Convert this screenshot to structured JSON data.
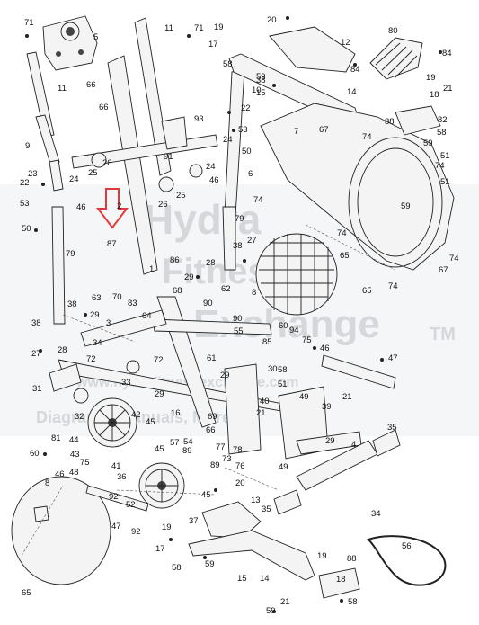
{
  "watermark": {
    "brand_1": "Hydra",
    "brand_2": "Fitness",
    "brand_3": "Exchange",
    "trademark": "TM",
    "site": "www.hydrafitnessexchange.com",
    "tagline": "Diagrams, Manuals, More"
  },
  "callouts": {
    "p71a": "71",
    "p5": "5",
    "p11a": "11",
    "p71b": "71",
    "p19a": "19",
    "p20": "20",
    "p17a": "17",
    "p58a": "58",
    "p59a": "59",
    "p12": "12",
    "p80": "80",
    "p84a": "84",
    "p84b": "84",
    "p66a": "66",
    "p66b": "66",
    "p11b": "11",
    "p10": "10",
    "p38a": "38",
    "p15a": "15",
    "p14a": "14",
    "p19b": "19",
    "p18a": "18",
    "p21a": "21",
    "p9": "9",
    "p93": "93",
    "p22a": "22",
    "p53a": "53",
    "p24a": "24",
    "p67a": "67",
    "p7": "7",
    "p74a": "74",
    "p88a": "88",
    "p82": "82",
    "p58b": "58",
    "p59b": "59",
    "p26a": "26",
    "p25a": "25",
    "p91": "91",
    "p24b": "24",
    "p23": "23",
    "p22b": "22",
    "p24c": "24",
    "p53b": "53",
    "p46a": "46",
    "p50a": "50",
    "p6": "6",
    "p51a": "51",
    "p74b": "74",
    "p51b": "51",
    "p2": "2",
    "p26b": "26",
    "p25b": "25",
    "p46b": "46",
    "p74c": "74",
    "p59c": "59",
    "p50b": "50",
    "p79a": "79",
    "p79b": "79",
    "p87": "87",
    "p38b": "38",
    "p27a": "27",
    "p74d": "74",
    "p65a": "65",
    "p1": "1",
    "p86": "86",
    "p29a": "29",
    "p28a": "28",
    "p62": "62",
    "p8a": "8",
    "p65b": "65",
    "p63": "63",
    "p70": "70",
    "p68": "68",
    "p90a": "90",
    "p67b": "67",
    "p74e": "74",
    "p74f": "74",
    "p83": "83",
    "p64": "64",
    "p29b": "29",
    "p90b": "90",
    "p60a": "60",
    "p94": "94",
    "p38c": "38",
    "p3": "3",
    "p55": "55",
    "p75": "75",
    "p27b": "27",
    "p28b": "28",
    "p34a": "34",
    "p85": "85",
    "p46c": "46",
    "p61": "61",
    "p29c": "29",
    "p30": "30",
    "p33": "33",
    "p72a": "72",
    "p72b": "72",
    "p29d": "29",
    "p47": "47",
    "p31": "31",
    "p58c": "58",
    "p51c": "51",
    "p40": "40",
    "p32": "32",
    "p42": "42",
    "p45a": "45",
    "p16": "16",
    "p39": "39",
    "p21b": "21",
    "p49a": "49",
    "p21c": "21",
    "p81": "81",
    "p69": "69",
    "p66c": "66",
    "p60b": "60",
    "p44": "44",
    "p45b": "45",
    "p57": "57",
    "p54": "54",
    "p77": "77",
    "p35a": "35",
    "p43": "43",
    "p89a": "89",
    "p46d": "46",
    "p75b": "75",
    "p78": "78",
    "p48": "48",
    "p41": "41",
    "p73": "73",
    "p4": "4",
    "p29e": "29",
    "p8b": "8",
    "p36": "36",
    "p89b": "89",
    "p76": "76",
    "p49b": "49",
    "p92a": "92",
    "p52": "52",
    "p45c": "45",
    "p20b": "20",
    "p13": "13",
    "p35b": "35",
    "p34b": "34",
    "p47b": "47",
    "p92b": "92",
    "p37": "37",
    "p19c": "19",
    "p17b": "17",
    "p58d": "58",
    "p59d": "59",
    "p19d": "19",
    "p88b": "88",
    "p56": "56",
    "p65c": "65",
    "p15b": "15",
    "p14b": "14",
    "p18b": "18",
    "p21d": "21",
    "p58e": "58",
    "p59e": "59"
  },
  "colors": {
    "arrow": "#e23a3a",
    "watermark": "#9aa0aa",
    "line": "#222222"
  },
  "icons": {
    "arrow": "red-down-arrow-icon"
  }
}
